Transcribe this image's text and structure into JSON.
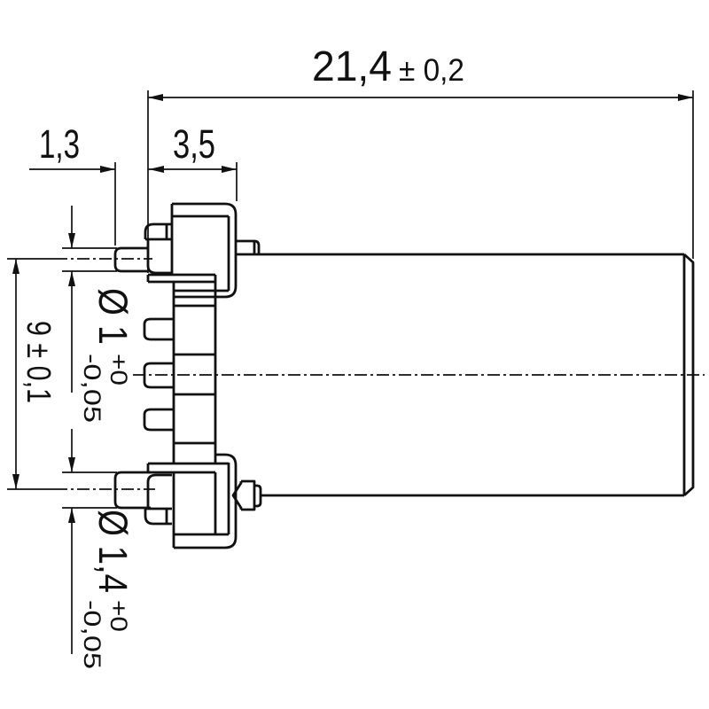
{
  "drawing": {
    "background": "#ffffff",
    "line_color": "#111111",
    "dimensions": {
      "overall_length": {
        "value": "21,4",
        "tolerance": "± 0,2"
      },
      "tip_length": {
        "value": "1,3"
      },
      "collar_length": {
        "value": "3,5"
      },
      "contact_spacing": {
        "value": "9 ± 0,1"
      },
      "dia_small_pin": {
        "value": "Ø 1",
        "tol_upper": "+0",
        "tol_lower": "-0,05"
      },
      "dia_large_pin": {
        "value": "Ø 1,4",
        "tol_upper": "+0",
        "tol_lower": "-0,05"
      }
    }
  }
}
